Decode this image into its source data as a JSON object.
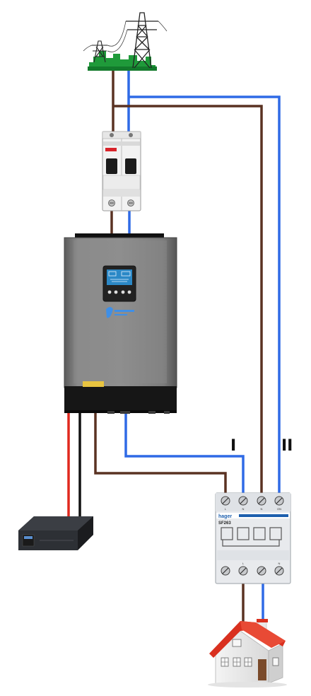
{
  "labels": {
    "line_one": "I",
    "line_two": "II"
  },
  "changeover_switch": {
    "brand": "hager",
    "model": "SF263",
    "top_terminals": [
      "L",
      "N",
      "N",
      "ON"
    ],
    "bottom_terminals": [
      "L",
      "N"
    ]
  },
  "colors": {
    "live_wire": "#5a3222",
    "neutral_wire": "#2f6ae6",
    "battery_positive": "#e0281e",
    "battery_negative": "#111111",
    "grid_ground": "#1f9a3a",
    "roof": "#d9301f"
  }
}
